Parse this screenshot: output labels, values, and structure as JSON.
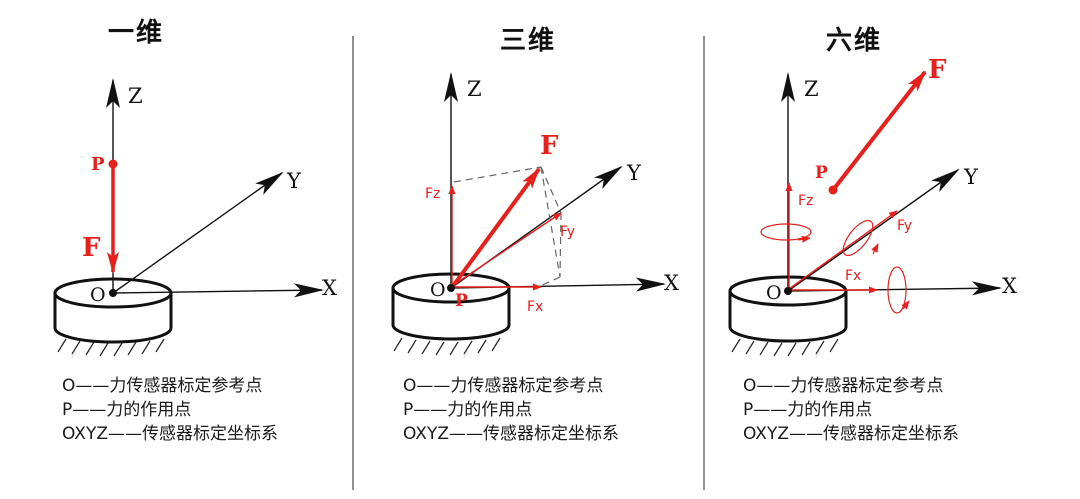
{
  "colors": {
    "force": "#e8201c",
    "axis": "#111111",
    "dashed": "#666666"
  },
  "panels": [
    {
      "title": "一维",
      "labels": {
        "Z": "Z",
        "Y": "Y",
        "X": "X",
        "O": "O",
        "P": "P",
        "F": "F"
      },
      "legend": [
        "O——力传感器标定参考点",
        "P——力的作用点",
        "OXYZ——传感器标定坐标系"
      ]
    },
    {
      "title": "三维",
      "labels": {
        "Z": "Z",
        "Y": "Y",
        "X": "X",
        "O": "O",
        "P": "P",
        "F": "F",
        "Fx": "Fx",
        "Fy": "Fy",
        "Fz": "Fz"
      },
      "legend": [
        "O——力传感器标定参考点",
        "P——力的作用点",
        "OXYZ——传感器标定坐标系"
      ]
    },
    {
      "title": "六维",
      "labels": {
        "Z": "Z",
        "Y": "Y",
        "X": "X",
        "O": "O",
        "P": "P",
        "F": "F",
        "Fx": "Fx",
        "Fy": "Fy",
        "Fz": "Fz"
      },
      "legend": [
        "O——力传感器标定参考点",
        "P——力的作用点",
        "OXYZ——传感器标定坐标系"
      ]
    }
  ]
}
